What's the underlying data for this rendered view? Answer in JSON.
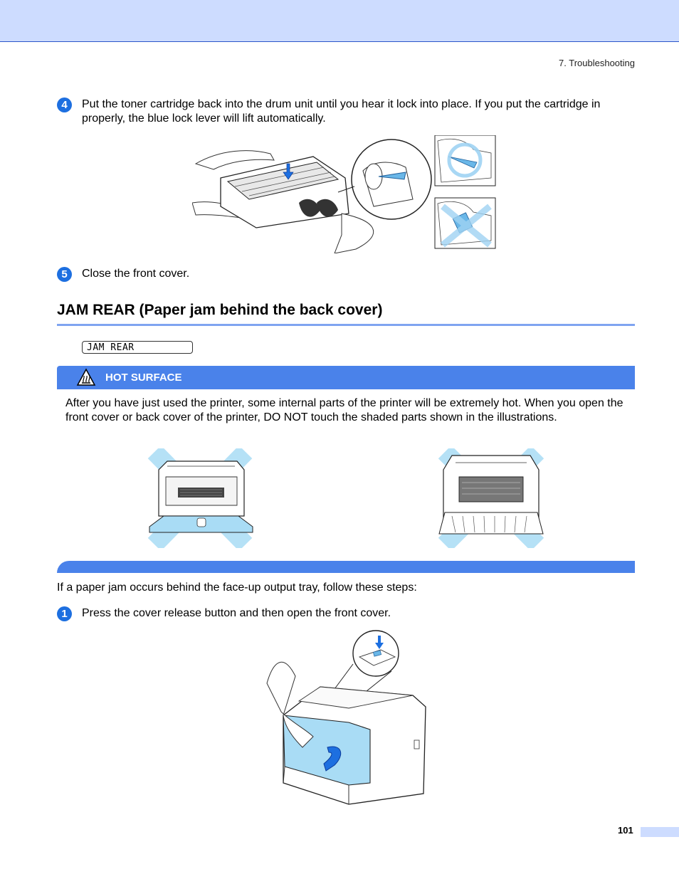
{
  "header": {
    "chapter": "7. Troubleshooting"
  },
  "steps_top": [
    {
      "num": "4",
      "text": "Put the toner cartridge back into the drum unit until you hear it lock into place. If you put the cartridge in properly, the blue lock lever will lift automatically."
    },
    {
      "num": "5",
      "text": "Close the front cover."
    }
  ],
  "section": {
    "title": "JAM REAR (Paper jam behind the back cover)"
  },
  "lcd": {
    "text": "JAM REAR"
  },
  "warning": {
    "title": "HOT SURFACE",
    "body": "After you have just used the printer, some internal parts of the printer will be extremely hot. When you open the front cover or back cover of the printer, DO NOT touch the shaded parts shown in the illustrations."
  },
  "intro": "If a paper jam occurs behind the face-up output tray, follow these steps:",
  "steps_bottom": [
    {
      "num": "1",
      "text": "Press the cover release button and then open the front cover."
    }
  ],
  "footer": {
    "page": "101"
  },
  "colors": {
    "accent": "#1d6fe0",
    "band": "#cddcff",
    "warning_bar": "#4a82ea",
    "highlight": "#a9dcf5"
  }
}
